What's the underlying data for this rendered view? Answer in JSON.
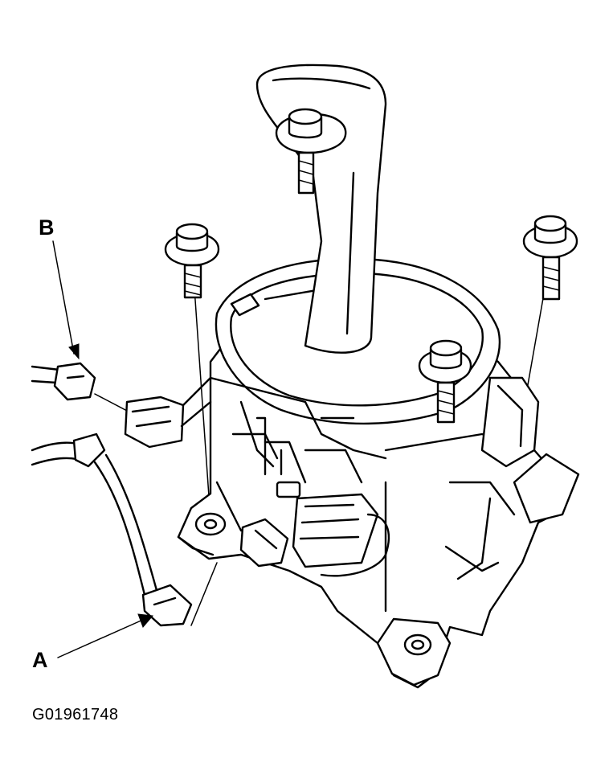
{
  "callouts": {
    "a": "A",
    "b": "B"
  },
  "figure_id": "G01961748",
  "colors": {
    "line": "#000000",
    "background": "#ffffff"
  }
}
